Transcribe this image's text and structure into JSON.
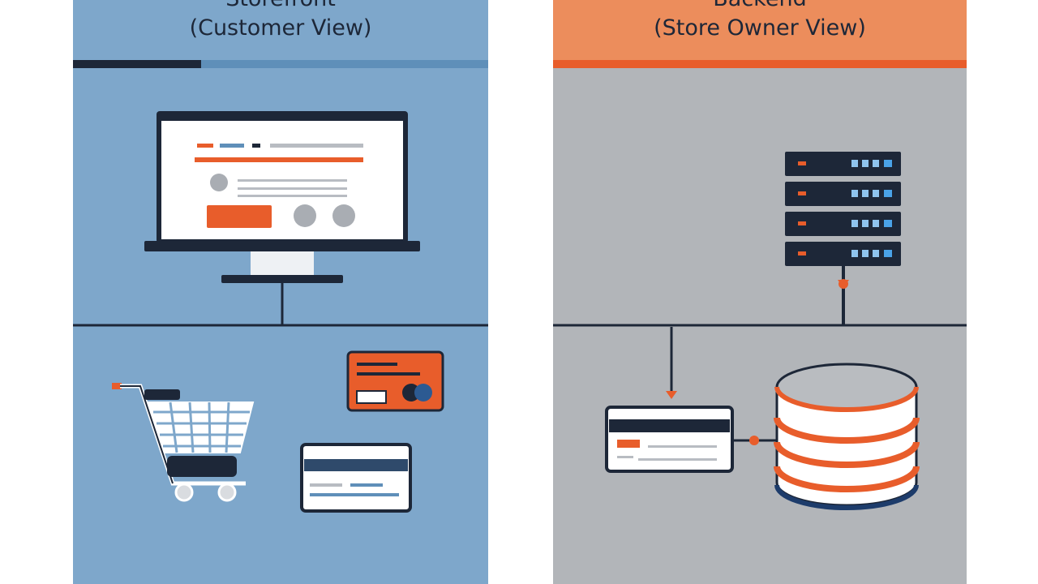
{
  "left": {
    "title": "Storefront",
    "subtitle": "(Customer View)",
    "colors": {
      "panel": "#7ea7cb",
      "accent": "#e85d2b",
      "dark": "#1d2738"
    }
  },
  "right": {
    "title": "Backend",
    "subtitle": "(Store Owner View)",
    "colors": {
      "header": "#ec8d5c",
      "panel": "#b2b5b9",
      "accent": "#e85d2b",
      "dark": "#1d2738"
    }
  },
  "icons": {
    "left": [
      "monitor-icon",
      "shopping-cart-icon",
      "credit-card-icon",
      "payment-form-icon"
    ],
    "right": [
      "server-rack-icon",
      "database-icon",
      "order-form-icon"
    ]
  }
}
